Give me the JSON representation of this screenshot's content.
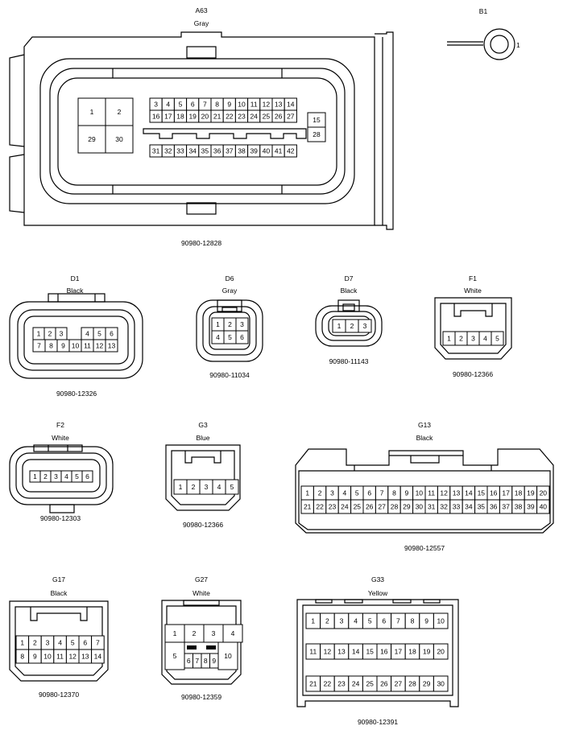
{
  "connectors": {
    "a63": {
      "id": "A63",
      "color": "Gray",
      "part": "90980-12828",
      "big": [
        "1",
        "2",
        "29",
        "30"
      ],
      "top": [
        "3",
        "4",
        "5",
        "6",
        "7",
        "8",
        "9",
        "10",
        "11",
        "12",
        "13",
        "14"
      ],
      "mid": [
        "16",
        "17",
        "18",
        "19",
        "20",
        "21",
        "22",
        "23",
        "24",
        "25",
        "26",
        "27"
      ],
      "right": [
        "15",
        "28"
      ],
      "bot": [
        "31",
        "32",
        "33",
        "34",
        "35",
        "36",
        "37",
        "38",
        "39",
        "40",
        "41",
        "42"
      ]
    },
    "b1": {
      "id": "B1",
      "pin": "1"
    },
    "d1": {
      "id": "D1",
      "color": "Black",
      "part": "90980-12326",
      "r1a": [
        "1",
        "2",
        "3"
      ],
      "r1b": [
        "4",
        "5",
        "6"
      ],
      "r2": [
        "7",
        "8",
        "9",
        "10",
        "11",
        "12",
        "13"
      ]
    },
    "d6": {
      "id": "D6",
      "color": "Gray",
      "part": "90980-11034",
      "r1": [
        "1",
        "2",
        "3"
      ],
      "r2": [
        "4",
        "5",
        "6"
      ]
    },
    "d7": {
      "id": "D7",
      "color": "Black",
      "part": "90980-11143",
      "pins": [
        "1",
        "2",
        "3"
      ]
    },
    "f1": {
      "id": "F1",
      "color": "White",
      "part": "90980-12366",
      "pins": [
        "1",
        "2",
        "3",
        "4",
        "5"
      ]
    },
    "f2": {
      "id": "F2",
      "color": "White",
      "part": "90980-12303",
      "pins": [
        "1",
        "2",
        "3",
        "4",
        "5",
        "6"
      ]
    },
    "g3": {
      "id": "G3",
      "color": "Blue",
      "part": "90980-12366",
      "pins": [
        "1",
        "2",
        "3",
        "4",
        "5"
      ]
    },
    "g13": {
      "id": "G13",
      "color": "Black",
      "part": "90980-12557",
      "r1": [
        "1",
        "2",
        "3",
        "4",
        "5",
        "6",
        "7",
        "8",
        "9",
        "10",
        "11",
        "12",
        "13",
        "14",
        "15",
        "16",
        "17",
        "18",
        "19",
        "20"
      ],
      "r2": [
        "21",
        "22",
        "23",
        "24",
        "25",
        "26",
        "27",
        "28",
        "29",
        "30",
        "31",
        "32",
        "33",
        "34",
        "35",
        "36",
        "37",
        "38",
        "39",
        "40"
      ]
    },
    "g17": {
      "id": "G17",
      "color": "Black",
      "part": "90980-12370",
      "r1": [
        "1",
        "2",
        "3",
        "4",
        "5",
        "6",
        "7"
      ],
      "r2": [
        "8",
        "9",
        "10",
        "11",
        "12",
        "13",
        "14"
      ]
    },
    "g27": {
      "id": "G27",
      "color": "White",
      "part": "90980-12359",
      "r1": [
        "1",
        "2",
        "3",
        "4"
      ],
      "left": "5",
      "right": "10",
      "bot": [
        "6",
        "7",
        "8",
        "9"
      ]
    },
    "g33": {
      "id": "G33",
      "color": "Yellow",
      "part": "90980-12391",
      "r1": [
        "1",
        "2",
        "3",
        "4",
        "5",
        "6",
        "7",
        "8",
        "9",
        "10"
      ],
      "r2": [
        "11",
        "12",
        "13",
        "14",
        "15",
        "16",
        "17",
        "18",
        "19",
        "20"
      ],
      "r3": [
        "21",
        "22",
        "23",
        "24",
        "25",
        "26",
        "27",
        "28",
        "29",
        "30"
      ]
    }
  }
}
